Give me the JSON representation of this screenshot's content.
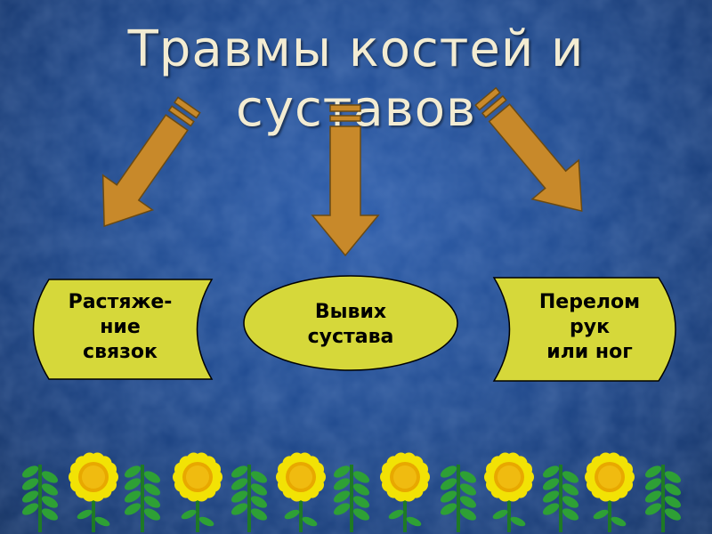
{
  "title": "Травмы костей и суставов",
  "nodes": {
    "left": {
      "line1": "Растяже-",
      "line2": "ние",
      "line3": "связок"
    },
    "center": {
      "line1": "Вывих",
      "line2": "сустава"
    },
    "right": {
      "line1": "Перелом",
      "line2": "рук",
      "line3": "или ног"
    }
  },
  "colors": {
    "background": "#1f4a8f",
    "title": "#f3ecd2",
    "arrow": "#c8892a",
    "node_fill": "#d6d83a",
    "flower_petal": "#f2e205",
    "flower_center": "#e8a800",
    "leaf": "#2ea035"
  }
}
